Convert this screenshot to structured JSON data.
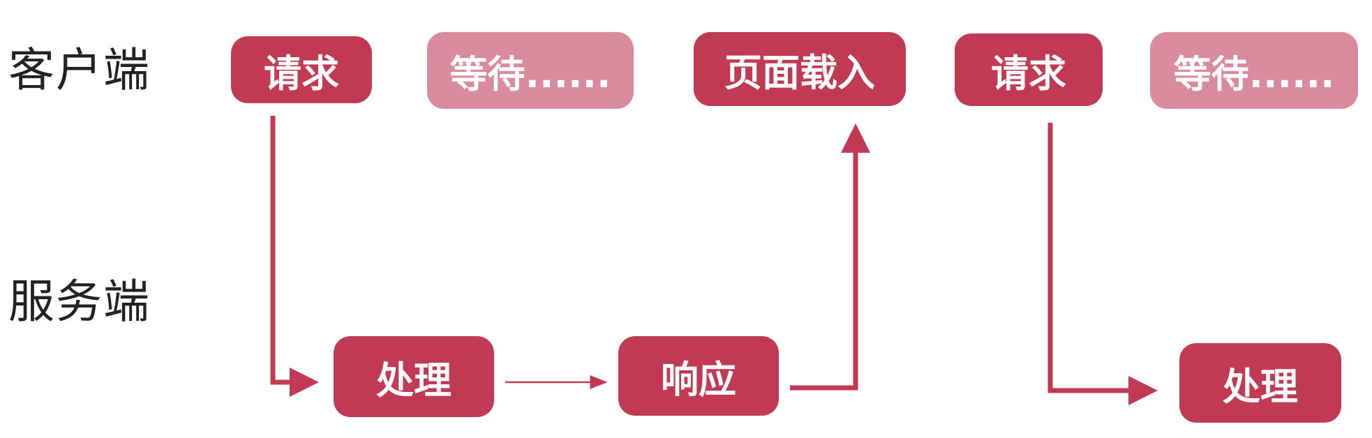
{
  "lanes": {
    "client": "客户端",
    "server": "服务端"
  },
  "client_nodes": [
    {
      "id": "c1",
      "label": "请求",
      "style": "solid"
    },
    {
      "id": "c2",
      "label": "等待......",
      "style": "faded"
    },
    {
      "id": "c3",
      "label": "页面载入",
      "style": "solid"
    },
    {
      "id": "c4",
      "label": "请求",
      "style": "solid"
    },
    {
      "id": "c5",
      "label": "等待......",
      "style": "faded"
    }
  ],
  "server_nodes": [
    {
      "id": "s1",
      "label": "处理",
      "style": "solid"
    },
    {
      "id": "s2",
      "label": "响应",
      "style": "solid"
    },
    {
      "id": "s3",
      "label": "处理",
      "style": "solid"
    }
  ],
  "colors": {
    "accent": "#c03a54",
    "faded": "#d98a9c",
    "text": "#222222",
    "background": "#ffffff"
  }
}
